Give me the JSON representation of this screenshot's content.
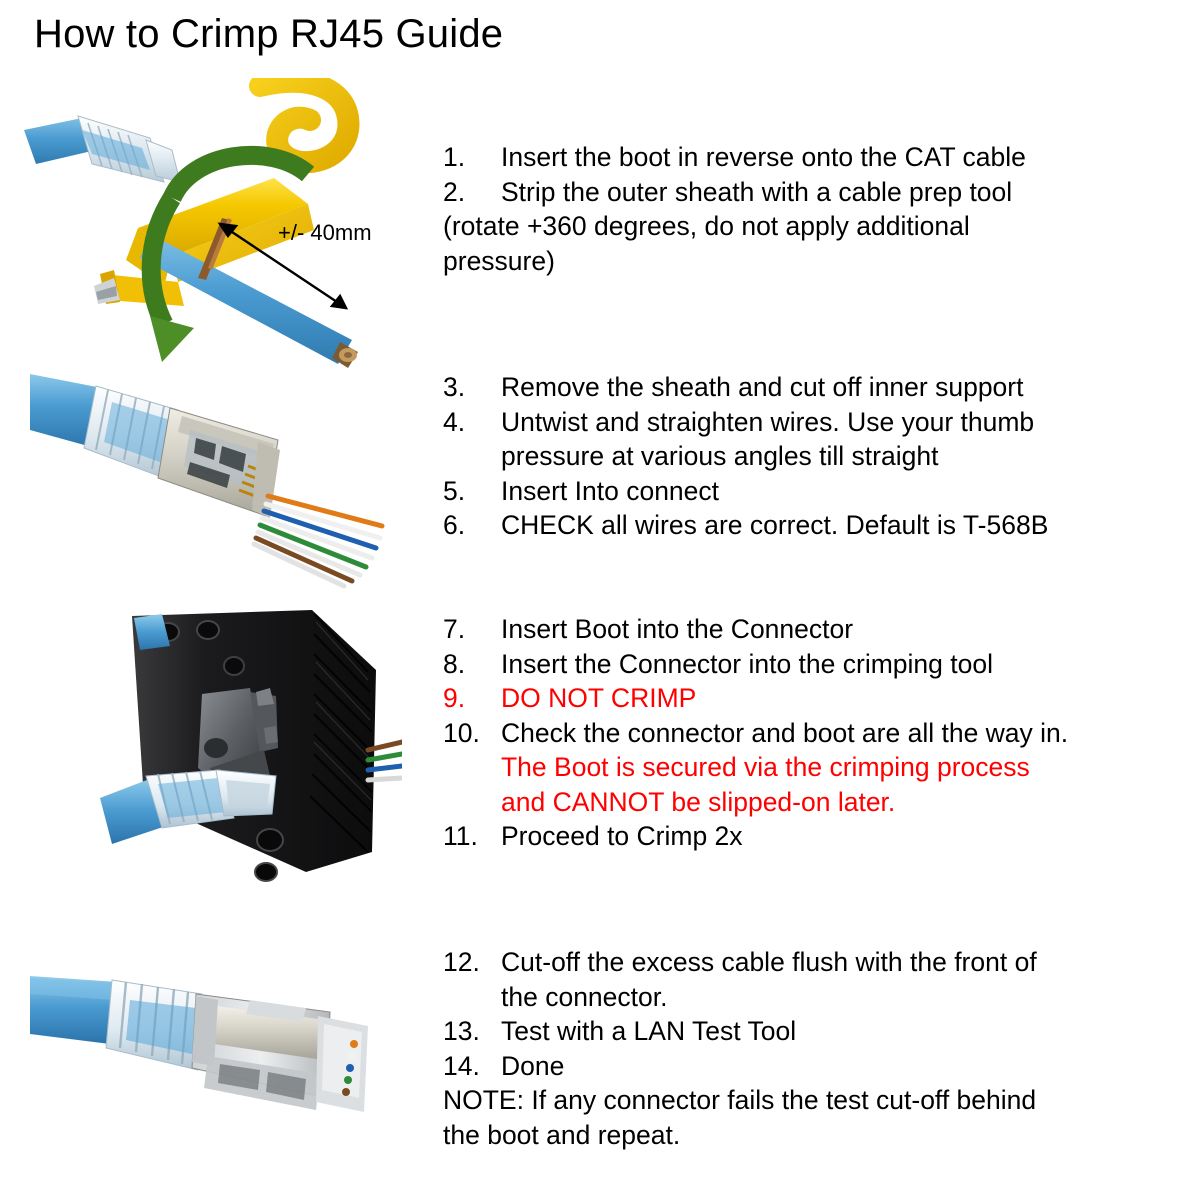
{
  "title": "How to Crimp RJ45 Guide",
  "colors": {
    "text": "#000000",
    "warning_red": "#ff0000",
    "background": "#ffffff",
    "cable_blue": "#4a9bd1",
    "tool_yellow": "#f2c200",
    "arrow_green": "#3e7a1e",
    "tool_black": "#1c1c1c",
    "connector_metal": "#d8d6cc"
  },
  "annotations": {
    "strip_length": "+/- 40mm"
  },
  "blocks": [
    {
      "id": "block-1",
      "lines": [
        {
          "num": "1.",
          "text": "Insert the boot in reverse onto the CAT cable",
          "style": "normal",
          "indent": "num"
        },
        {
          "num": "2.",
          "text": "Strip the outer sheath with a cable prep tool",
          "style": "normal",
          "indent": "num"
        },
        {
          "num": "",
          "text": "(rotate +360 degrees, do not apply additional",
          "style": "normal",
          "indent": "flush"
        },
        {
          "num": "",
          "text": "pressure)",
          "style": "normal",
          "indent": "flush"
        }
      ]
    },
    {
      "id": "block-2",
      "lines": [
        {
          "num": "3.",
          "text": "Remove the sheath and cut off inner support",
          "style": "normal",
          "indent": "num"
        },
        {
          "num": "4.",
          "text": "Untwist and straighten wires. Use your thumb",
          "style": "normal",
          "indent": "num"
        },
        {
          "num": "",
          "text": "pressure at various angles till straight",
          "style": "normal",
          "indent": "cont"
        },
        {
          "num": "5.",
          "text": "Insert Into connect",
          "style": "normal",
          "indent": "num"
        },
        {
          "num": "6.",
          "text": "CHECK all wires are correct. Default is T-568B",
          "style": "normal",
          "indent": "num"
        }
      ]
    },
    {
      "id": "block-3",
      "lines": [
        {
          "num": "7.",
          "text": "Insert Boot into the Connector",
          "style": "normal",
          "indent": "num"
        },
        {
          "num": "8.",
          "text": "Insert the Connector into the crimping tool",
          "style": "normal",
          "indent": "num"
        },
        {
          "num": "9.",
          "text": "DO NOT CRIMP",
          "style": "red",
          "indent": "num"
        },
        {
          "num": "10.",
          "text": "Check the connector and boot are all the way in.",
          "style": "normal",
          "indent": "num"
        },
        {
          "num": "",
          "text": "The Boot is secured via the crimping process",
          "style": "red",
          "indent": "cont"
        },
        {
          "num": "",
          "text": "and CANNOT be slipped-on later.",
          "style": "red",
          "indent": "cont"
        },
        {
          "num": "11.",
          "text": "Proceed to Crimp 2x",
          "style": "normal",
          "indent": "num"
        }
      ]
    },
    {
      "id": "block-4",
      "lines": [
        {
          "num": "12.",
          "text": "Cut-off the excess cable flush with the front of",
          "style": "normal",
          "indent": "num"
        },
        {
          "num": "",
          "text": "the connector.",
          "style": "normal",
          "indent": "cont"
        },
        {
          "num": "13.",
          "text": "Test with a LAN Test Tool",
          "style": "normal",
          "indent": "num"
        },
        {
          "num": "14.",
          "text": "Done",
          "style": "normal",
          "indent": "num"
        },
        {
          "num": "",
          "text": "NOTE: If any connector fails the test cut-off behind",
          "style": "normal",
          "indent": "flush"
        },
        {
          "num": "",
          "text": "the boot and repeat.",
          "style": "normal",
          "indent": "flush"
        }
      ]
    }
  ],
  "photos": [
    {
      "id": "photo-1",
      "caption": "cable-prep-tool-stripping-cat-cable"
    },
    {
      "id": "photo-2",
      "caption": "pass-through-rj45-connector-with-wires"
    },
    {
      "id": "photo-3",
      "caption": "connector-inserted-in-crimping-tool"
    },
    {
      "id": "photo-4",
      "caption": "finished-crimped-rj45-connector"
    }
  ]
}
